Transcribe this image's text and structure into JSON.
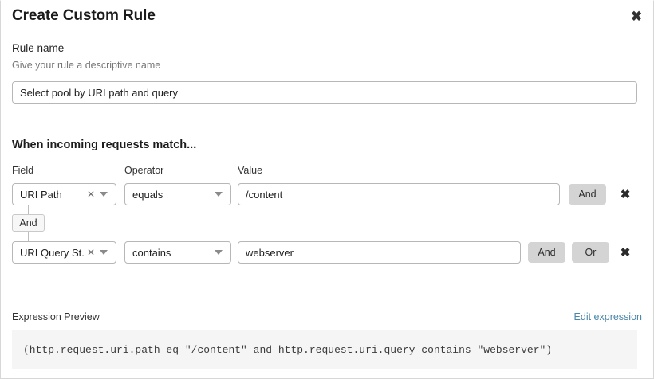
{
  "dialog": {
    "title": "Create Custom Rule",
    "close_icon": "close-icon"
  },
  "rule_name": {
    "label": "Rule name",
    "help": "Give your rule a descriptive name",
    "value": "Select pool by URI path and query",
    "placeholder": "Select pool by URI path and query"
  },
  "conditions": {
    "heading": "When incoming requests match...",
    "columns": {
      "field": "Field",
      "operator": "Operator",
      "value": "Value"
    },
    "connector": {
      "label": "And"
    },
    "rows": [
      {
        "field": "URI Path",
        "field_clear_icon": "clear-icon",
        "field_caret_icon": "chevron-down-icon",
        "operator": "equals",
        "operator_caret_icon": "chevron-down-icon",
        "value": "/content",
        "and_label": "And",
        "remove_icon": "close-icon"
      },
      {
        "field": "URI Query St...",
        "field_clear_icon": "clear-icon",
        "field_caret_icon": "chevron-down-icon",
        "operator": "contains",
        "operator_caret_icon": "chevron-down-icon",
        "value": "webserver",
        "and_label": "And",
        "or_label": "Or",
        "remove_icon": "close-icon"
      }
    ]
  },
  "expression_preview": {
    "label": "Expression Preview",
    "edit_link": "Edit expression",
    "code": "(http.request.uri.path eq \"/content\" and http.request.uri.query contains \"webserver\")"
  },
  "colors": {
    "link": "#4a86ab",
    "conj_button_bg": "#d4d4d4",
    "preview_bg": "#f5f5f5",
    "border": "#b7b7b7"
  }
}
